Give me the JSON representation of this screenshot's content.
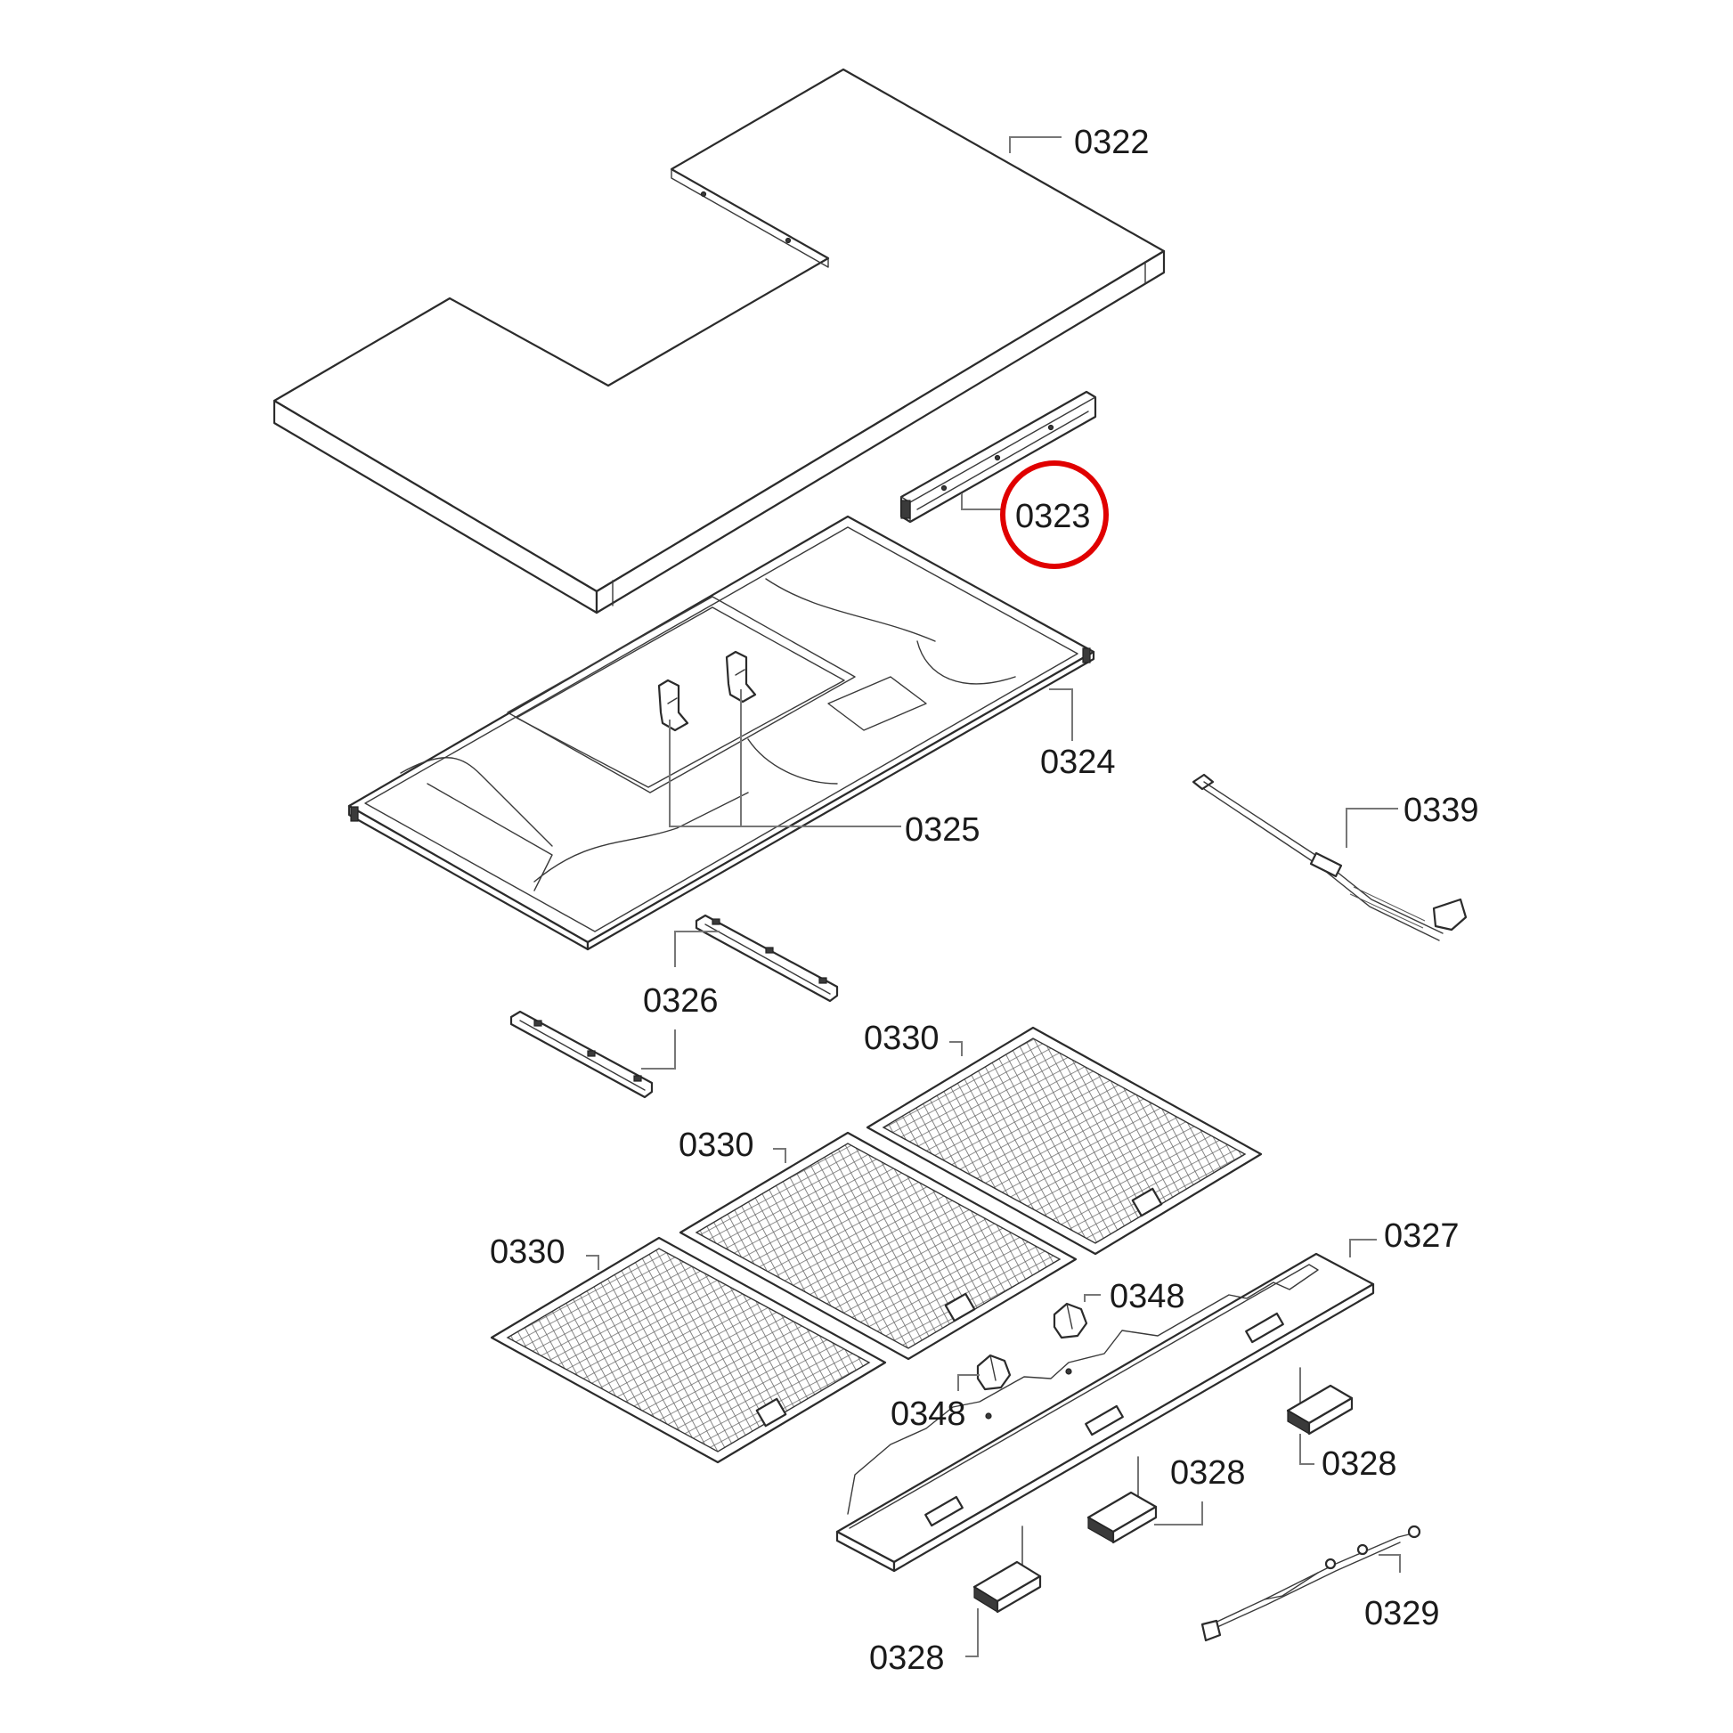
{
  "labels": {
    "p0322": "0322",
    "p0323": "0323",
    "p0324": "0324",
    "p0325": "0325",
    "p0339": "0339",
    "p0326": "0326",
    "p0330_a": "0330",
    "p0330_b": "0330",
    "p0330_c": "0330",
    "p0327": "0327",
    "p0348_a": "0348",
    "p0348_b": "0348",
    "p0328_a": "0328",
    "p0328_b": "0328",
    "p0328_c": "0328",
    "p0329": "0329"
  },
  "highlight": {
    "part": "0323",
    "color": "#e00000"
  }
}
